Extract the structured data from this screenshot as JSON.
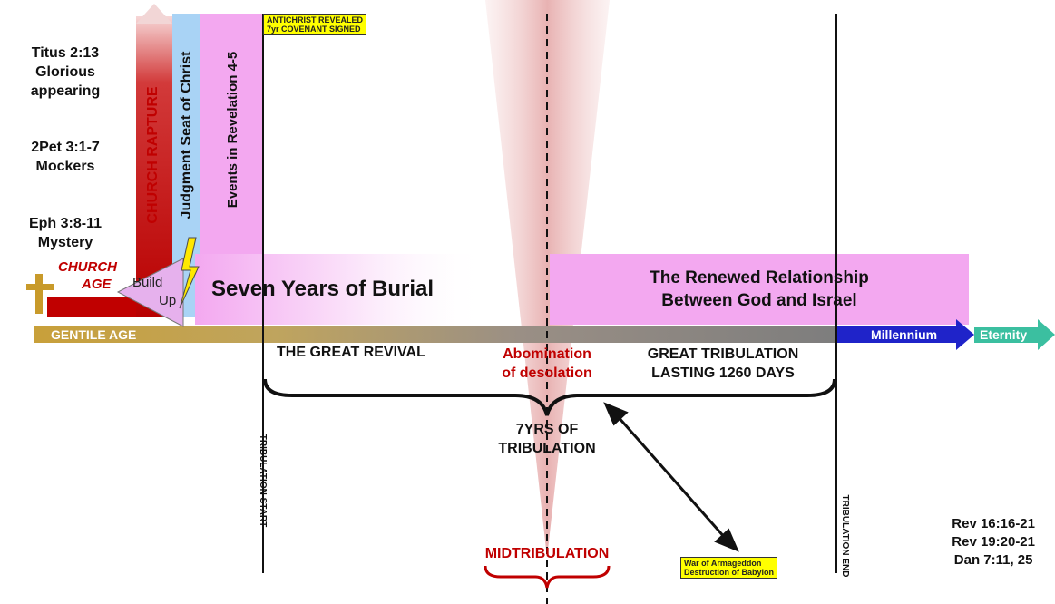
{
  "left_references": [
    {
      "ref": "Titus 2:13",
      "desc": "Glorious appearing"
    },
    {
      "ref": "2Pet 3:1-7",
      "desc": "Mockers"
    },
    {
      "ref": "Eph 3:8-11",
      "desc": "Mystery"
    }
  ],
  "labels": {
    "church_rapture": "CHURCH RAPTURE",
    "judgment_seat": "Judgment Seat of Christ",
    "events_revelation": "Events in Revelation 4-5",
    "church_age_1": "CHURCH",
    "church_age_2": "AGE",
    "build_up_1": "Build",
    "build_up_2": "Up",
    "seven_years_burial": "Seven Years of Burial",
    "renewed_line1": "The Renewed Relationship",
    "renewed_line2": "Between God and Israel",
    "gentile_age": "GENTILE AGE",
    "millennium": "Millennium",
    "eternity": "Eternity",
    "great_revival": "THE GREAT REVIVAL",
    "abomination_1": "Abomination",
    "abomination_2": "of desolation",
    "great_trib_1": "GREAT TRIBULATION",
    "great_trib_2": "LASTING 1260 DAYS",
    "seven_yrs_1": "7YRS OF",
    "seven_yrs_2": "TRIBULATION",
    "trib_start": "TRIBULATION START",
    "trib_end": "TRIBULATION END",
    "midtribulation": "MIDTRIBULATION"
  },
  "notes": {
    "antichrist_1": "ANTICHRIST REVEALED",
    "antichrist_2": "7yr COVENANT SIGNED",
    "armageddon_1": "War of Armageddon",
    "armageddon_2": "Destruction of Babylon"
  },
  "right_references": [
    "Rev 16:16-21",
    "Rev 19:20-21",
    "Dan 7:11, 25"
  ],
  "colors": {
    "rapture_red": "#c00000",
    "gentile_gold": "#c8a03a",
    "blue_band": "#a9d3f5",
    "pink": "#f3a8f0",
    "text_red": "#c00000",
    "millennium_blue": "#1f23c9",
    "eternity_teal": "#3bbfa0",
    "note_yellow": "#ffff00"
  }
}
